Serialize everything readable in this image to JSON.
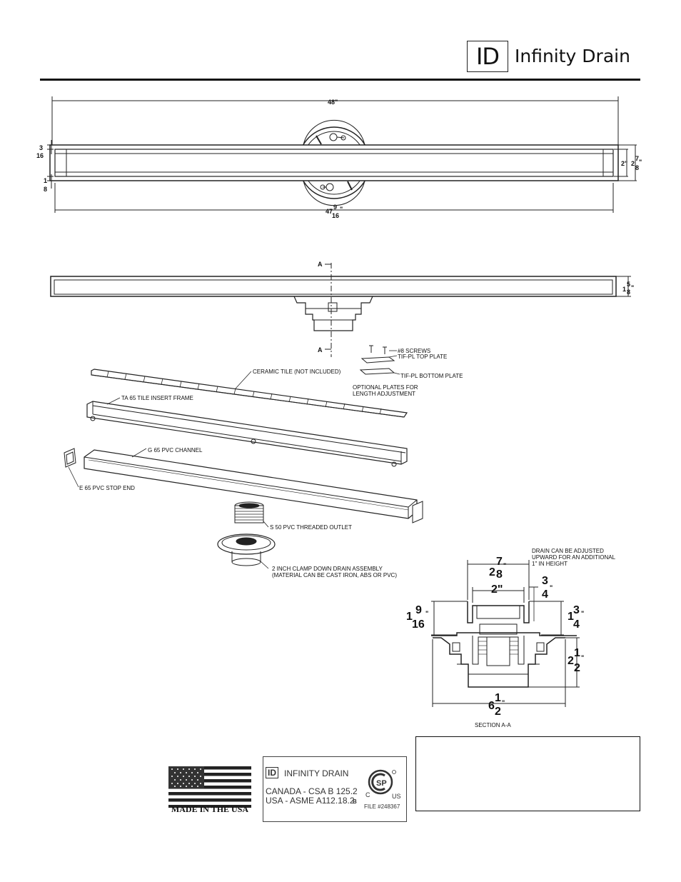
{
  "header": {
    "logo_mark": "ID",
    "brand_name": "Infinity Drain"
  },
  "top_view": {
    "overall_length": "48\"",
    "body_length_whole": "47",
    "body_length_num": "9",
    "body_length_den": "16",
    "body_length_unit": "\"",
    "left_top_num": "3",
    "left_top_den": "16",
    "left_bot_num": "1",
    "left_bot_den": "8",
    "right_inner": "2\"",
    "right_outer_whole": "2",
    "right_outer_num": "7",
    "right_outer_den": "8",
    "right_outer_unit": "\""
  },
  "side_view": {
    "section_marker_top": "A",
    "section_marker_bottom": "A",
    "height_whole": "1",
    "height_num": "5",
    "height_den": "8",
    "height_unit": "\""
  },
  "exploded": {
    "screws": "#8 SCREWS",
    "top_plate": "TIF-PL TOP PLATE",
    "bottom_plate": "TIF-PL BOTTOM PLATE",
    "optional_1": "OPTIONAL PLATES FOR",
    "optional_2": "LENGTH ADJUSTMENT",
    "ceramic_tile": "CERAMIC TILE (NOT INCLUDED)",
    "insert_frame": "TA 65 TILE INSERT FRAME",
    "pvc_channel": "G 65 PVC CHANNEL",
    "stop_end": "E 65 PVC STOP END",
    "outlet": "S 50 PVC THREADED OUTLET",
    "clamp_1": "2 INCH CLAMP DOWN DRAIN ASSEMBLY",
    "clamp_2": "(MATERIAL CAN BE CAST IRON, ABS OR PVC)"
  },
  "section": {
    "note_1": "DRAIN CAN BE ADJUSTED",
    "note_2": "UPWARD FOR AN ADDITIONAL",
    "note_3": "1\" IN HEIGHT",
    "top_whole": "2",
    "top_num": "7",
    "top_den": "8",
    "top_unit": "\"",
    "inner": "2\"",
    "small_num": "3",
    "small_den": "4",
    "small_unit": "\"",
    "left_whole": "1",
    "left_num": "9",
    "left_den": "16",
    "left_unit": "\"",
    "right_whole": "1",
    "right_num": "3",
    "right_den": "4",
    "right_unit": "\"",
    "depth_whole": "2",
    "depth_num": "1",
    "depth_den": "2",
    "depth_unit": "\"",
    "width_whole": "6",
    "width_num": "1",
    "width_den": "2",
    "width_unit": "\"",
    "title": "SECTION A-A"
  },
  "footer": {
    "made_in": "MADE IN THE USA",
    "cert_logo_mark": "ID",
    "cert_brand": "INFINITY DRAIN",
    "cert_canada": "CANADA - CSA B 125.2",
    "cert_usa": "USA - ASME A112.18.2",
    "cert_b": "B",
    "cert_c": "C",
    "cert_us": "US",
    "cert_file": "FILE #248367"
  }
}
